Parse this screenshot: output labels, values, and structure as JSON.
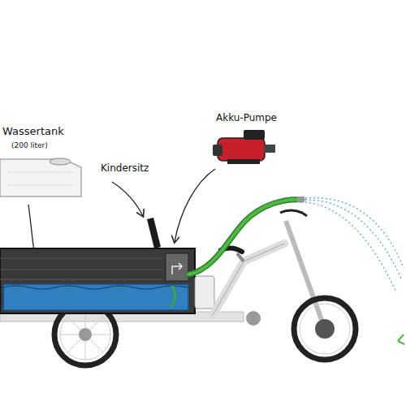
{
  "diagram": {
    "labels": [
      "Wassertank",
      "(200 liter)",
      "Kindersitz",
      "Akku-Pumpe"
    ]
  }
}
